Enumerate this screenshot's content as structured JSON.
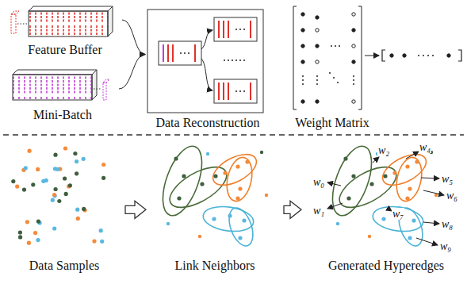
{
  "diagram": {
    "nodes": [
      {
        "text": [
          "Feature Buffer"
        ]
      },
      {
        "text": [
          "Mini-Batch"
        ]
      },
      {
        "text": [
          "Data Reconstruction"
        ]
      },
      {
        "text": [
          "Weight Matrix"
        ]
      },
      {
        "text": [
          "Data Samples"
        ]
      },
      {
        "text": [
          "Link Neighbors"
        ]
      },
      {
        "text": [
          "Generated Hyperedges"
        ]
      }
    ],
    "edges": [
      {
        "from": 0,
        "to": 2,
        "arrow": "to"
      },
      {
        "from": 1,
        "to": 2,
        "arrow": "to"
      },
      {
        "from": 4,
        "to": 5,
        "arrow": "to"
      },
      {
        "from": 5,
        "to": 6,
        "arrow": "to"
      }
    ],
    "labels": [
      "w₀",
      "w₂",
      "w₄",
      "w₅",
      "w₆",
      "w₁",
      "w₇",
      "w₈",
      "w₉"
    ]
  }
}
